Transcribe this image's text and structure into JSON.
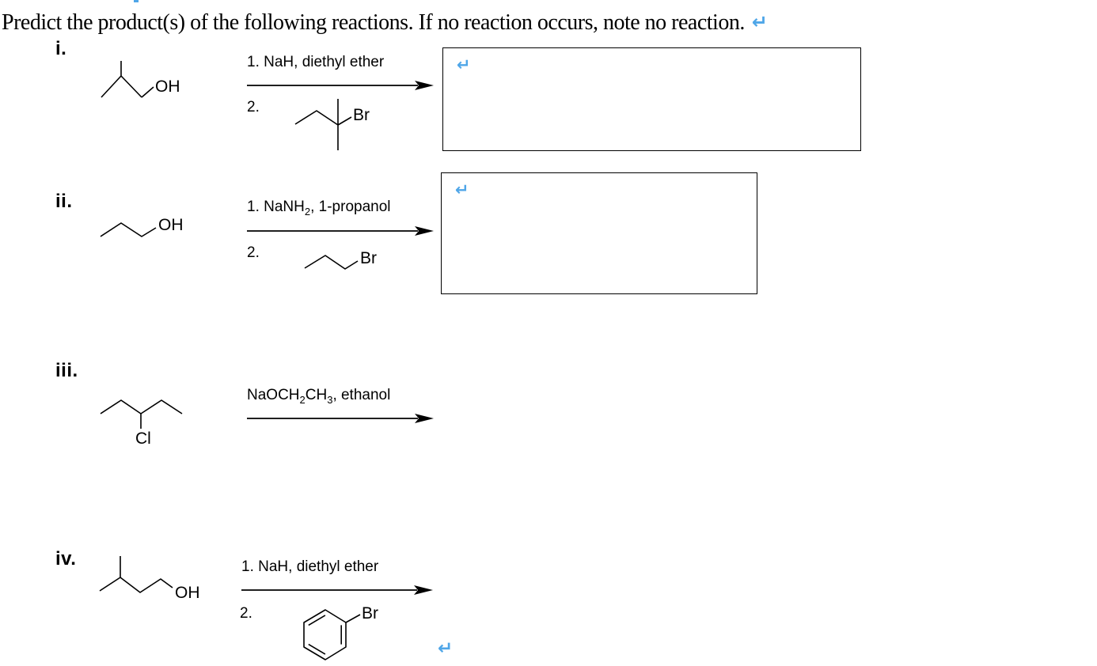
{
  "page": {
    "title": "Predict the product(s) of the following reactions. If no reaction occurs, note no reaction.",
    "line_break_mark": "↵",
    "colors": {
      "mark_blue": "#4fa6e8",
      "ink": "#000000"
    }
  },
  "sections": {
    "i": {
      "label": "i.",
      "substrate": {
        "structure": "2-methyl-1-propanol (isobutanol) skeletal drawing",
        "atom_label": "OH"
      },
      "conditions": {
        "step1": "1. NaH, diethyl ether",
        "step2_prefix": "2."
      },
      "reagent": {
        "structure": "2-bromo-2-methylbutane skeletal drawing",
        "atom_label": "Br"
      },
      "answer_mark": "↵"
    },
    "ii": {
      "label": "ii.",
      "substrate": {
        "structure": "1-propanol skeletal drawing",
        "atom_label": "OH"
      },
      "conditions": {
        "step1_parts": [
          "1. NaNH",
          "2",
          ", 1-propanol"
        ],
        "step2_prefix": "2."
      },
      "reagent": {
        "structure": "1-bromopropane skeletal drawing",
        "atom_label": "Br"
      },
      "answer_mark": "↵"
    },
    "iii": {
      "label": "iii.",
      "substrate": {
        "structure": "3-chloropentane skeletal drawing",
        "atom_label": "Cl"
      },
      "conditions": {
        "line_parts": [
          "NaOCH",
          "2",
          "CH",
          "3",
          ", ethanol"
        ]
      }
    },
    "iv": {
      "label": "iv.",
      "substrate": {
        "structure": "3-methyl-1-butanol skeletal drawing",
        "atom_label": "OH"
      },
      "conditions": {
        "step1": "1. NaH, diethyl ether",
        "step2_prefix": "2."
      },
      "reagent": {
        "structure": "bromobenzene skeletal drawing",
        "atom_label": "Br"
      },
      "end_mark": "↵"
    }
  }
}
